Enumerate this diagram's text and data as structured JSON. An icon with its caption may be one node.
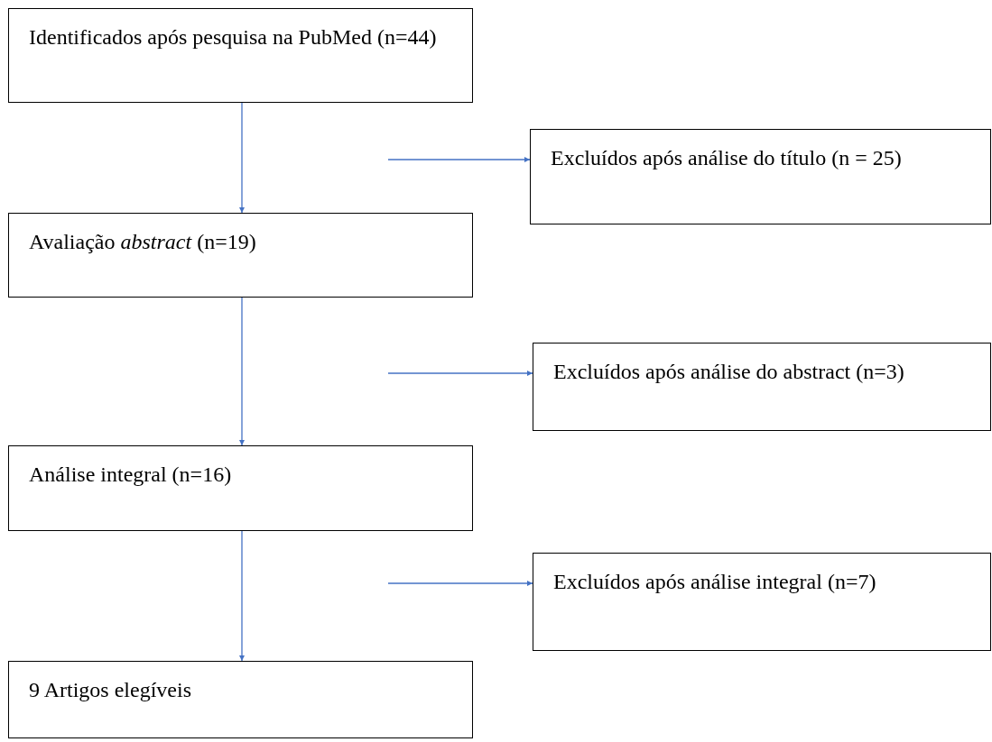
{
  "diagram": {
    "nodes": [
      {
        "text": [
          "Identificados após pesquisa na PubMed (n=44)"
        ]
      },
      {
        "text": [
          "Excluídos após análise do título (n = 25)"
        ]
      },
      {
        "text": [
          "Avaliação *abstract* (n=19)"
        ]
      },
      {
        "text": [
          "Excluídos após análise do abstract (n=3)"
        ]
      },
      {
        "text": [
          "Análise integral (n=16)"
        ]
      },
      {
        "text": [
          "Excluídos após análise integral (n=7)"
        ]
      },
      {
        "text": [
          "9 Artigos elegíveis"
        ]
      }
    ],
    "edges": [
      {
        "from": 0,
        "to": 2,
        "arrow": "to"
      },
      {
        "from": null,
        "to": 1,
        "arrow": "to"
      },
      {
        "from": 2,
        "to": 4,
        "arrow": "to"
      },
      {
        "from": null,
        "to": 3,
        "arrow": "to"
      },
      {
        "from": 4,
        "to": 6,
        "arrow": "to"
      },
      {
        "from": null,
        "to": 5,
        "arrow": "to"
      }
    ]
  }
}
